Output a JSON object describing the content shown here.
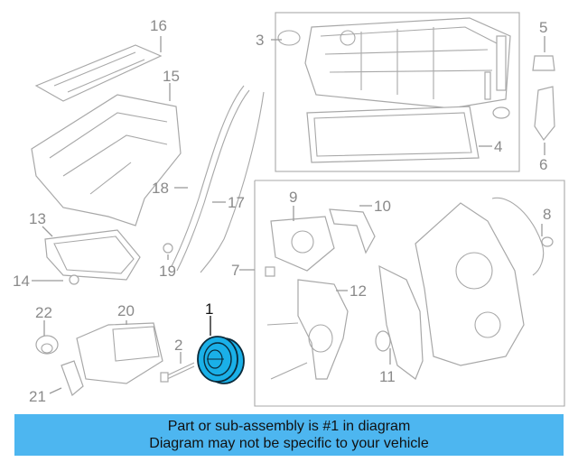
{
  "callouts": {
    "c1": "1",
    "c2": "2",
    "c3": "3",
    "c4": "4",
    "c5": "5",
    "c6": "6",
    "c7": "7",
    "c8": "8",
    "c9": "9",
    "c10": "10",
    "c11": "11",
    "c12": "12",
    "c13": "13",
    "c14": "14",
    "c15": "15",
    "c16": "16",
    "c17": "17",
    "c18": "18",
    "c19": "19",
    "c20": "20",
    "c21": "21",
    "c22": "22"
  },
  "colors": {
    "highlight": "#1ab0e8",
    "banner": "#4db6f0",
    "line_art": "#a8a8a8"
  },
  "banner": {
    "line1": "Part or sub-assembly is #1 in diagram",
    "line2": "Diagram may not be specific to your vehicle"
  }
}
